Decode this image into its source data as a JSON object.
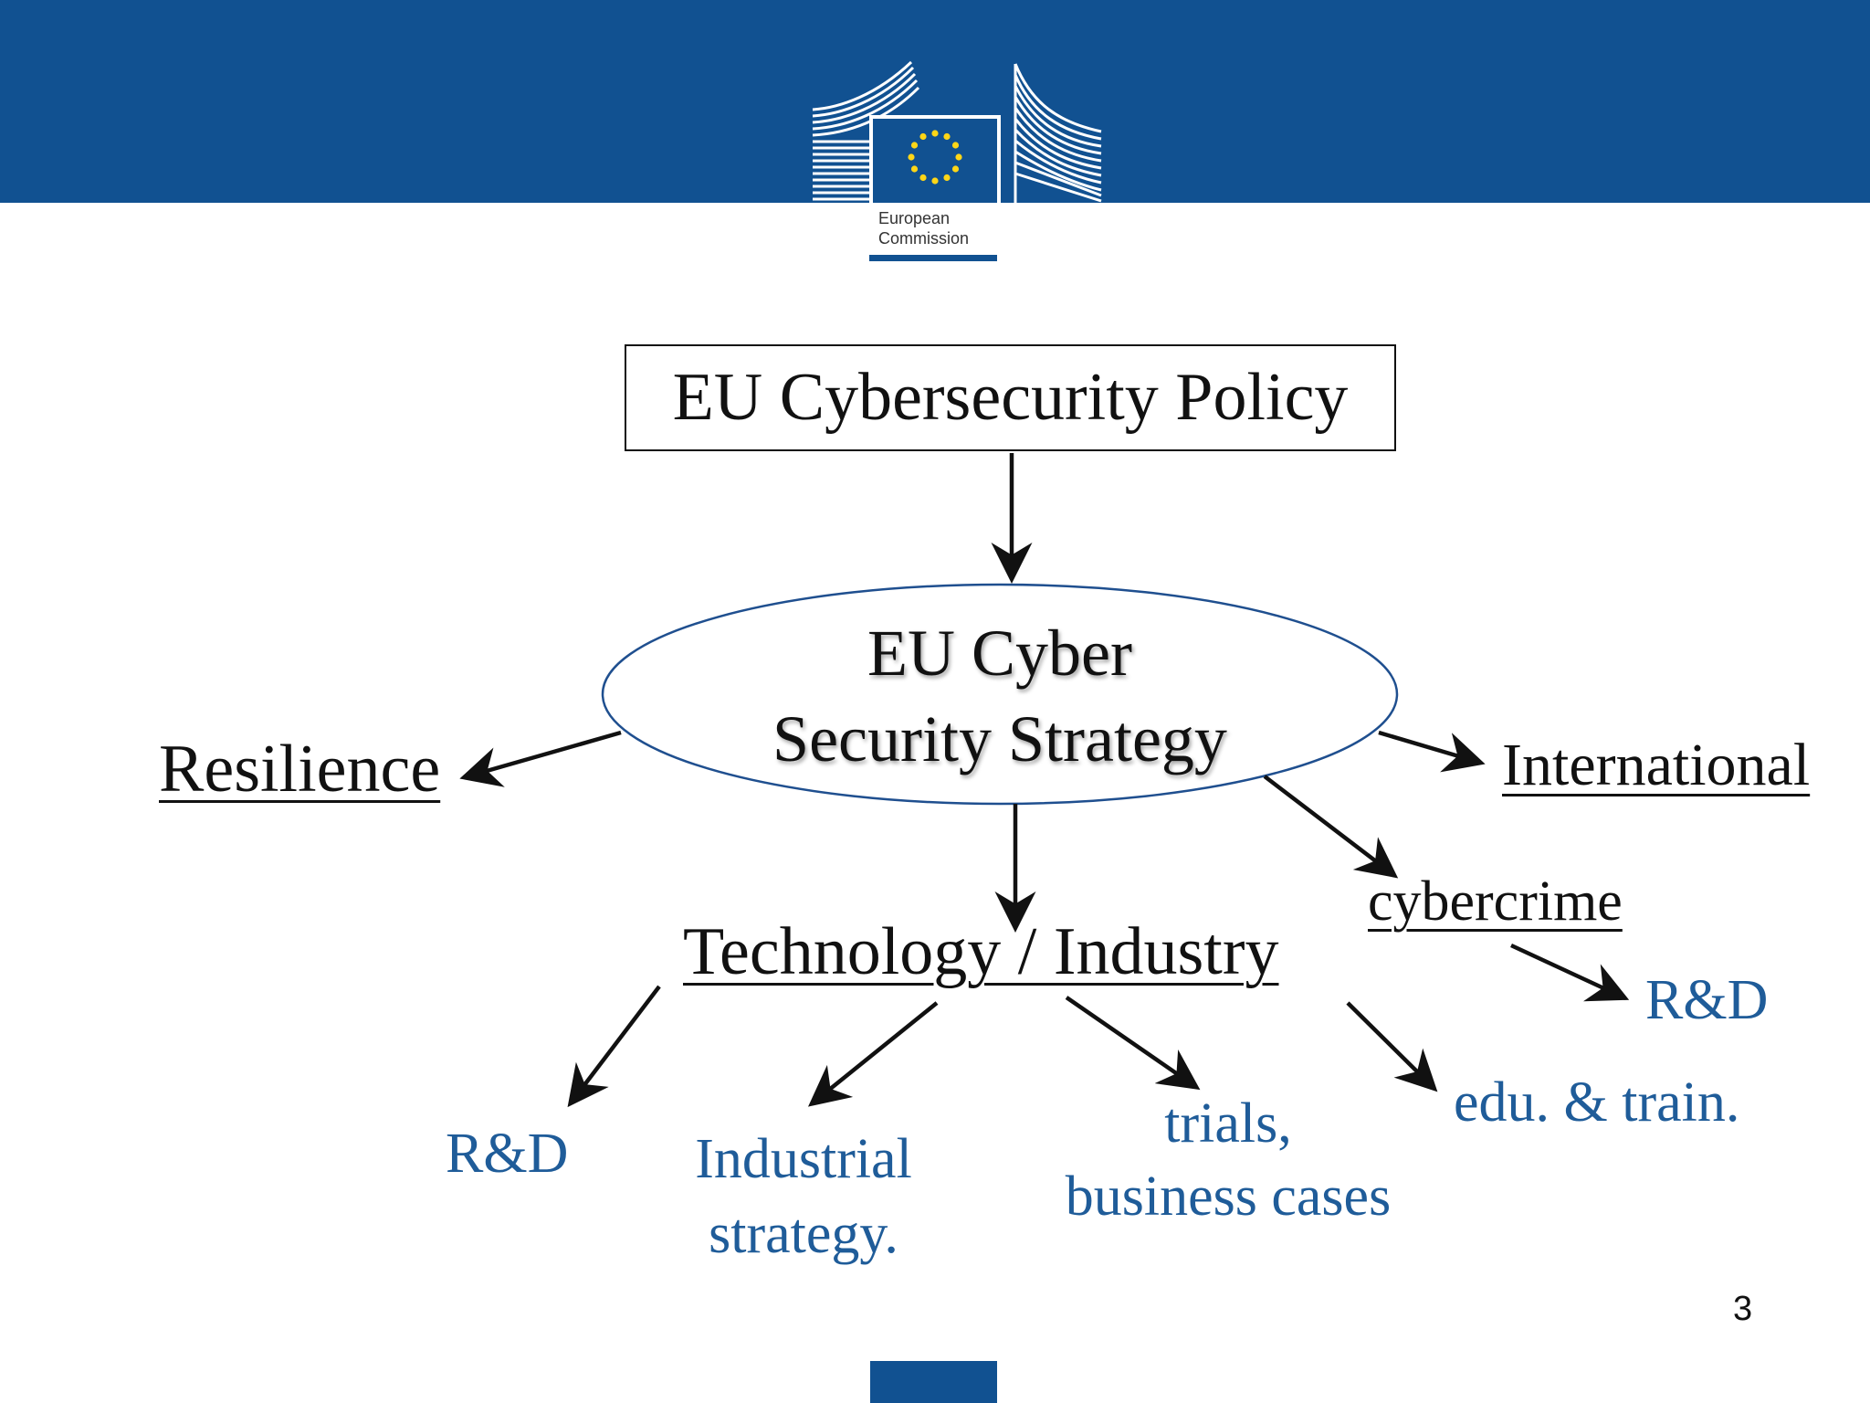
{
  "logo": {
    "line1": "European",
    "line2": "Commission"
  },
  "diagram": {
    "policy": "EU Cybersecurity Policy",
    "strategy_line1": "EU Cyber",
    "strategy_line2": "Security Strategy",
    "resilience": "Resilience",
    "international": "International",
    "cybercrime": "cybercrime",
    "cybercrime_rd": "R&D",
    "technology": "Technology / Industry",
    "tech_rd": "R&D",
    "industrial_line1": "Industrial",
    "industrial_line2": "strategy.",
    "trials_line1": "trials,",
    "trials_line2": "business cases",
    "edu": "edu. & train."
  },
  "page_number": "3",
  "colors": {
    "brand_blue": "#115191",
    "label_blue": "#1f5c99",
    "text": "#111111"
  }
}
